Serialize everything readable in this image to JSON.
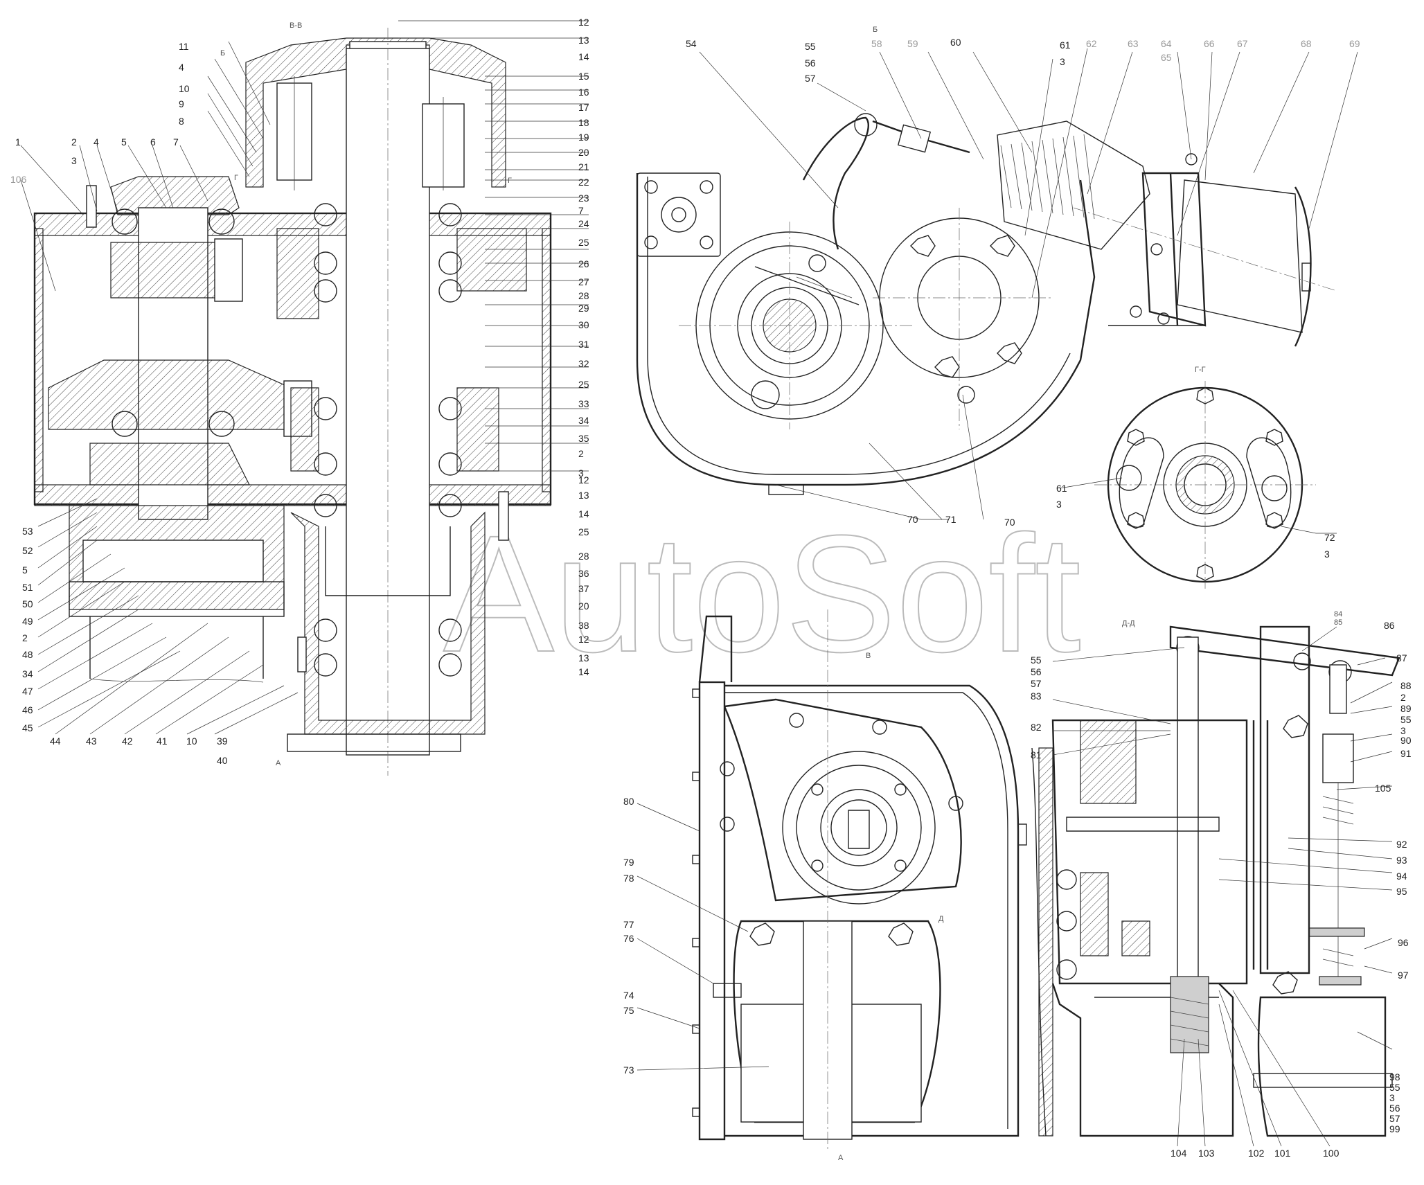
{
  "watermark": "AutoSoft",
  "section_labels": {
    "bb": "В-В",
    "b": "Б",
    "gg": "Г-Г",
    "dd": "Д-Д",
    "g_left": "Г",
    "g_right": "Г",
    "a": "А",
    "b_mark": "Б",
    "v_mark": "В",
    "d_mark": "Д"
  },
  "callouts": {
    "left_top": [
      "11",
      "4",
      "10",
      "9",
      "8"
    ],
    "left_row": [
      "1",
      "2",
      "4",
      "5",
      "6",
      "7",
      "3",
      "106"
    ],
    "right_col_a": [
      "12",
      "13",
      "14",
      "15",
      "16",
      "17",
      "18",
      "19",
      "20",
      "21",
      "22",
      "23",
      "7",
      "24",
      "25",
      "26",
      "27",
      "28",
      "29",
      "30",
      "31",
      "32",
      "25",
      "33",
      "34",
      "35",
      "2",
      "3",
      "12",
      "13",
      "14",
      "25",
      "28",
      "36",
      "37",
      "20",
      "38",
      "12",
      "13",
      "14"
    ],
    "left_col": [
      "53",
      "52",
      "5",
      "51",
      "50",
      "49",
      "2",
      "48",
      "34",
      "47",
      "46",
      "45"
    ],
    "bottom_row": [
      "44",
      "43",
      "42",
      "41",
      "10",
      "39",
      "40"
    ],
    "view_b_top": [
      "54",
      "55",
      "56",
      "57",
      "58",
      "59",
      "60",
      "61",
      "3",
      "62",
      "63",
      "64",
      "65",
      "66",
      "67",
      "68",
      "69"
    ],
    "view_b_bottom": [
      "70",
      "71",
      "70"
    ],
    "view_gg": [
      "61",
      "3",
      "72",
      "3"
    ],
    "view_a": [
      "80",
      "79",
      "78",
      "77",
      "76",
      "74",
      "75",
      "73"
    ],
    "view_dd_left": [
      "55",
      "56",
      "57",
      "83",
      "82",
      "81"
    ],
    "view_dd_top": [
      "84",
      "85",
      "86",
      "87"
    ],
    "view_dd_right": [
      "88",
      "2",
      "89",
      "55",
      "3",
      "90",
      "91",
      "105",
      "92",
      "93",
      "94",
      "95",
      "96",
      "97",
      "98",
      "55",
      "3",
      "56",
      "57",
      "99"
    ],
    "view_dd_bottom": [
      "104",
      "103",
      "102",
      "101",
      "100"
    ]
  }
}
